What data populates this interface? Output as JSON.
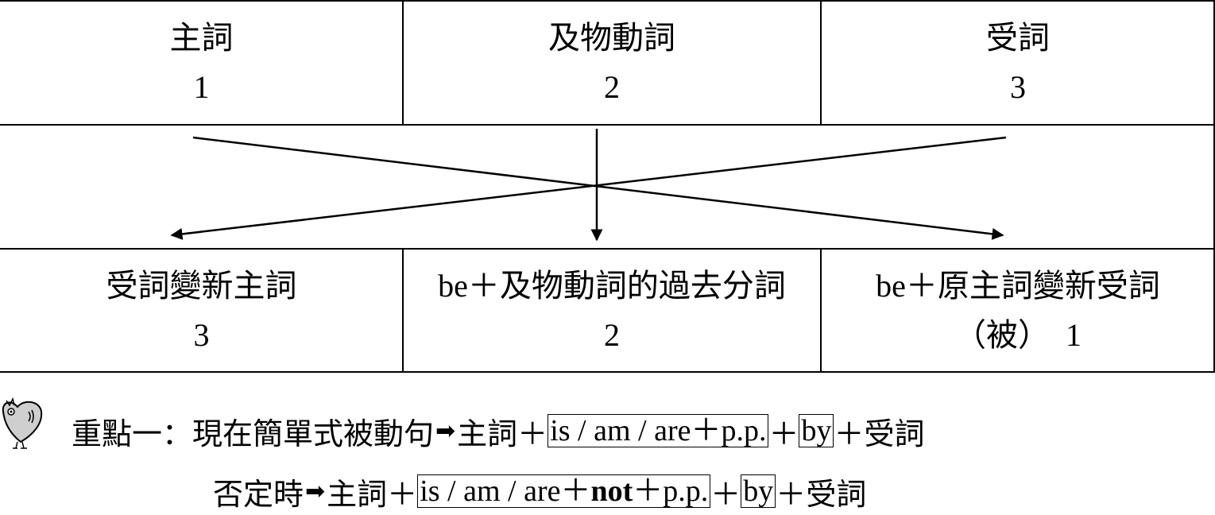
{
  "top_row": [
    {
      "label": "主詞",
      "number": "1"
    },
    {
      "label": "及物動詞",
      "number": "2"
    },
    {
      "label": "受詞",
      "number": "3"
    }
  ],
  "bottom_row": [
    {
      "label": "受詞變新主詞",
      "number": "3"
    },
    {
      "label": "be＋及物動詞的過去分詞",
      "number": "2"
    },
    {
      "label": "be＋原主詞變新受詞",
      "number": "（被）　1"
    }
  ],
  "point1": {
    "prefix": "重點一：現在簡單式被動句",
    "arrow": "➡",
    "subject": "主詞",
    "plus": "＋",
    "box1": "is / am / are＋p.p.",
    "box2": "by",
    "object": "受詞"
  },
  "negative": {
    "prefix": "否定時",
    "arrow": "➡",
    "subject": "主詞",
    "plus": "＋",
    "box_part1": "is / am / are＋",
    "box_bold": "not",
    "box_part2": "＋p.p.",
    "box2": "by",
    "object": "受詞"
  }
}
